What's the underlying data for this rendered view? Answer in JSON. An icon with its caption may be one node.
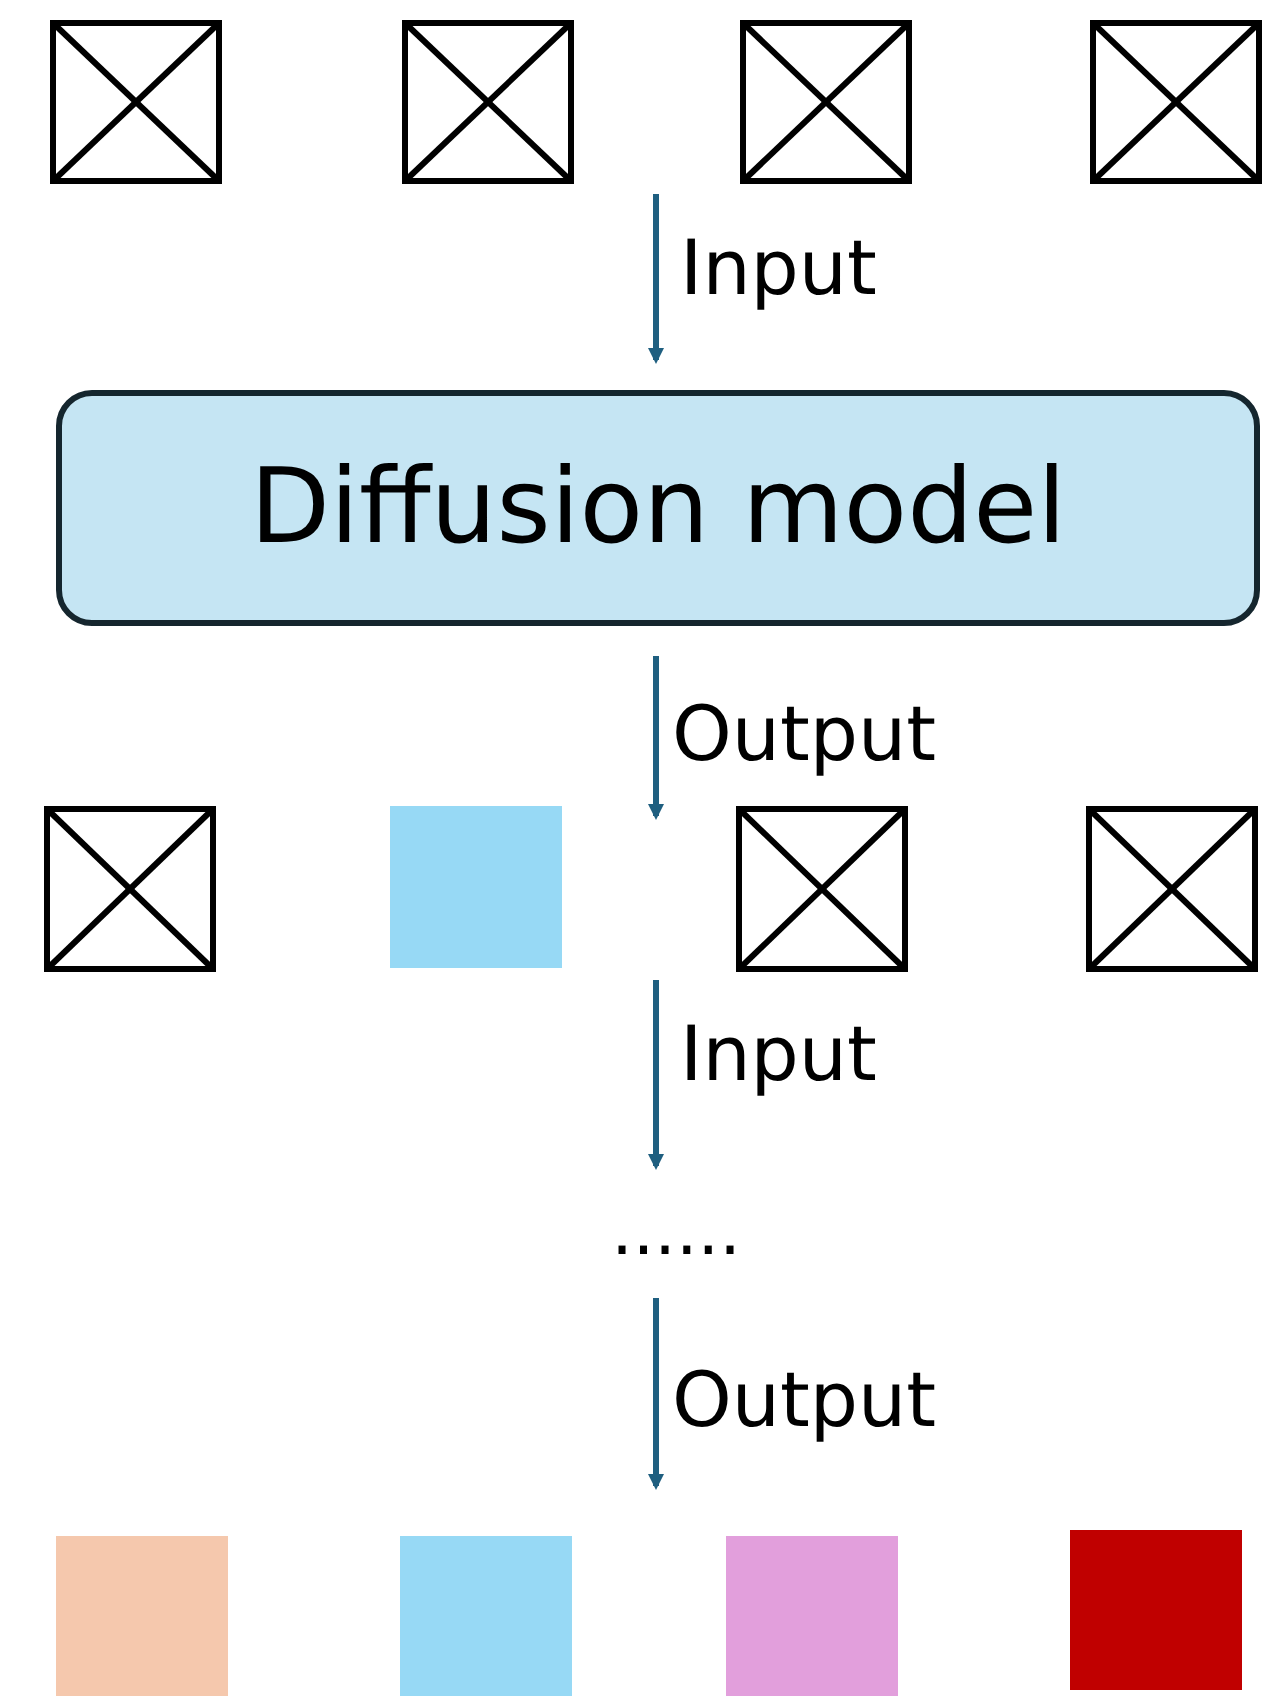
{
  "diagram": {
    "nodes": [
      {
        "text": [],
        "shape": "box"
      },
      {
        "text": [],
        "shape": "box"
      },
      {
        "text": [],
        "shape": "box"
      },
      {
        "text": [],
        "shape": "box"
      },
      {
        "text": [
          "Diffusion model"
        ]
      },
      {
        "text": [],
        "shape": "box"
      },
      {
        "text": [],
        "shape": "square"
      },
      {
        "text": [],
        "shape": "box"
      },
      {
        "text": [],
        "shape": "box"
      },
      {
        "text": [
          "......"
        ]
      },
      {
        "text": [],
        "shape": "square"
      },
      {
        "text": [],
        "shape": "square"
      },
      {
        "text": [],
        "shape": "square"
      },
      {
        "text": [],
        "shape": "square"
      }
    ],
    "edges": [
      {
        "from": null,
        "to": 4,
        "arrow": "to",
        "label": "Input"
      },
      {
        "from": 4,
        "to": null,
        "arrow": "to",
        "label": "Output"
      },
      {
        "from": null,
        "to": 9,
        "arrow": "to",
        "label": "Input"
      },
      {
        "from": 9,
        "to": null,
        "arrow": "to",
        "label": "Output"
      }
    ]
  }
}
